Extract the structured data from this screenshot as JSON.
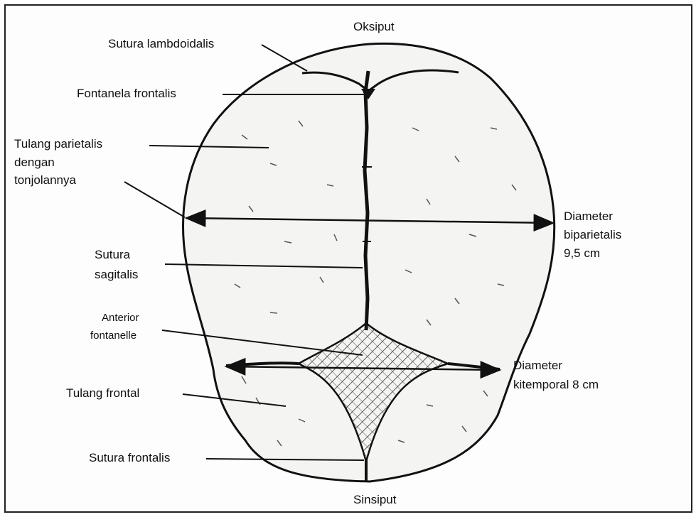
{
  "figure": {
    "top_label": "Oksiput",
    "bottom_label": "Sinsiput",
    "labels": {
      "sutura_lambdoidalis": "Sutura lambdoidalis",
      "fontanela_frontalis": "Fontanela frontalis",
      "tulang_parietalis_1": "Tulang parietalis",
      "tulang_parietalis_2": "dengan",
      "tulang_parietalis_3": "tonjolannya",
      "sutura_sagitalis_1": "Sutura",
      "sutura_sagitalis_2": "sagitalis",
      "anterior_fontanelle_1": "Anterior",
      "anterior_fontanelle_2": "fontanelle",
      "tulang_frontal": "Tulang frontal",
      "sutura_frontalis": "Sutura frontalis",
      "diameter_biparietalis_1": "Diameter",
      "diameter_biparietalis_2": "biparietalis",
      "diameter_biparietalis_3": "9,5 cm",
      "diameter_kitemporal_1": "Diameter",
      "diameter_kitemporal_2": "kitemporal 8 cm"
    },
    "colors": {
      "ink": "#111111",
      "bone": "#f4f4f2"
    }
  }
}
